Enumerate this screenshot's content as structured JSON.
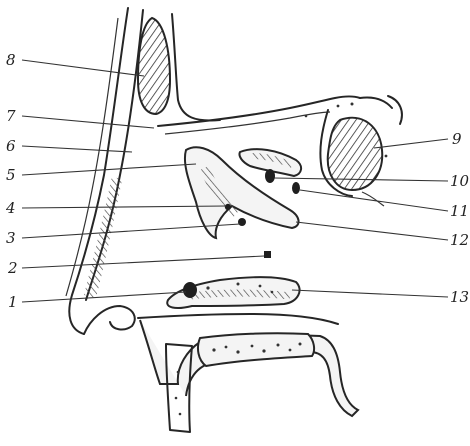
{
  "figure": {
    "labels_left": [
      "8",
      "7",
      "6",
      "5",
      "4",
      "3",
      "2",
      "1"
    ],
    "labels_right": [
      "9",
      "10",
      "11",
      "12",
      "13"
    ]
  },
  "colors": {
    "ink": "#262626",
    "paper": "#ffffff"
  }
}
